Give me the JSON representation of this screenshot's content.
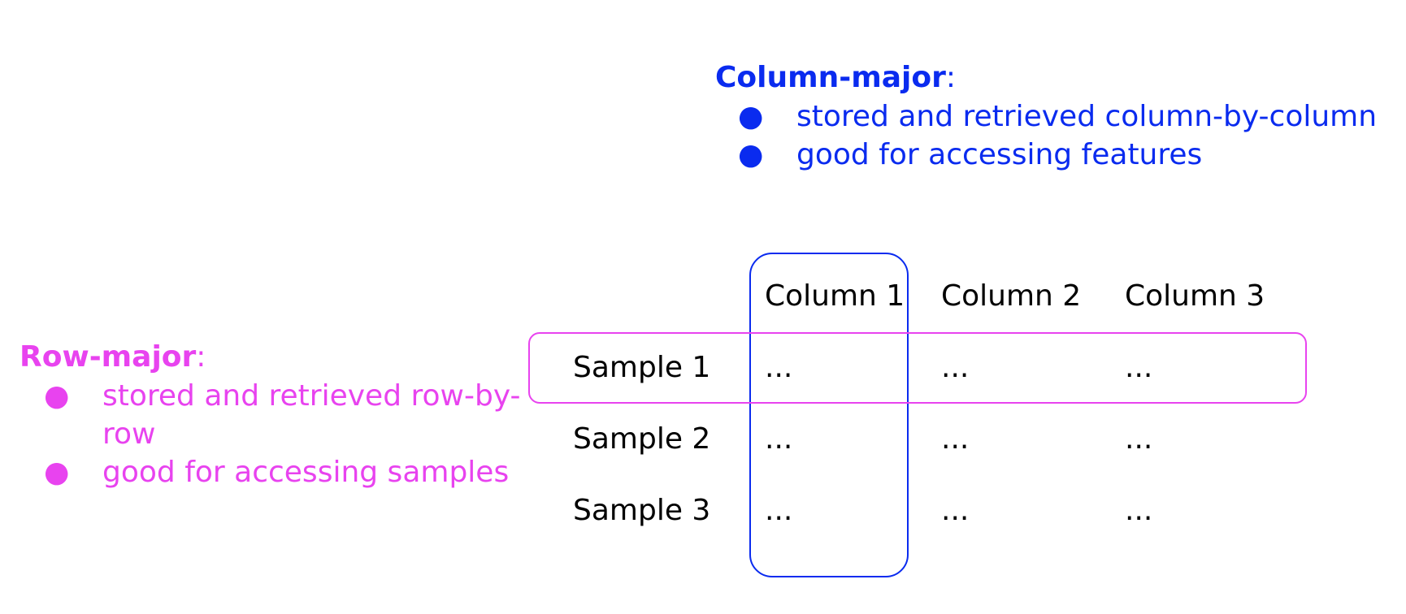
{
  "column_major": {
    "title": "Column-major",
    "colon": ":",
    "bullet": "●",
    "points": [
      "stored and retrieved column-by-column",
      "good for accessing features"
    ],
    "color": "#0a2bef"
  },
  "row_major": {
    "title": "Row-major",
    "colon": ":",
    "bullet": "●",
    "points": [
      "stored and retrieved row-by-row",
      "good for accessing samples"
    ],
    "color": "#e843ef"
  },
  "table": {
    "columns": [
      "Column 1",
      "Column 2",
      "Column 3"
    ],
    "rows": [
      {
        "label": "Sample 1",
        "cells": [
          "...",
          "...",
          "..."
        ]
      },
      {
        "label": "Sample 2",
        "cells": [
          "...",
          "...",
          "..."
        ]
      },
      {
        "label": "Sample 3",
        "cells": [
          "...",
          "...",
          "..."
        ]
      }
    ]
  }
}
